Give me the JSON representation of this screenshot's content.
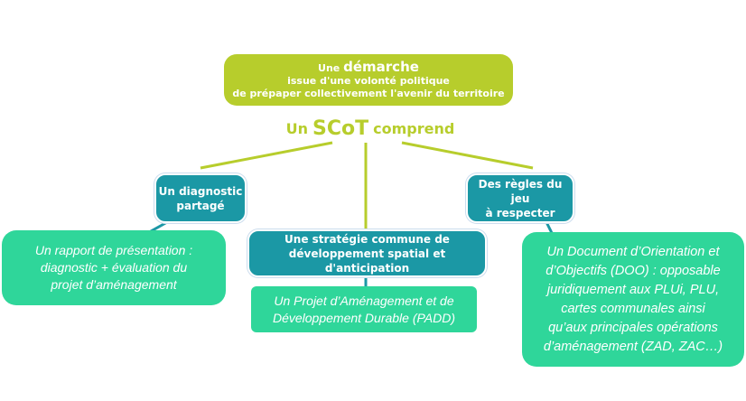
{
  "header": {
    "line1_prefix": "Une",
    "line1_bold": "démarche",
    "line2": "issue d'une volonté politique",
    "line3": "de prépaper collectivement l'avenir du territoire"
  },
  "title": {
    "prefix": "Un",
    "bold": "SCoT",
    "suffix": "comprend"
  },
  "branches": [
    {
      "label_line1": "Un diagnostic",
      "label_line2": "partagé",
      "detail": [
        "Un rapport de présentation :",
        "diagnostic + évaluation du",
        "projet d’aménagement"
      ]
    },
    {
      "label_line1": "Une stratégie commune de",
      "label_line2": "développement spatial et d'anticipation",
      "detail": [
        "Un Projet d’Aménagement et de",
        "Développement Durable (PADD)"
      ]
    },
    {
      "label_line1": "Des règles du jeu",
      "label_line2": "à respecter",
      "detail": [
        "Un Document d’Orientation et",
        "d’Objectifs (DOO) : opposable",
        "juridiquement aux PLUi, PLU,",
        "cartes communales ainsi",
        "qu’aux principales opérations",
        "d’aménagement (ZAD, ZAC…)"
      ]
    }
  ],
  "colors": {
    "lime": "#b7cd2c",
    "teal": "#1b98a5",
    "mint": "#2fd69a"
  }
}
